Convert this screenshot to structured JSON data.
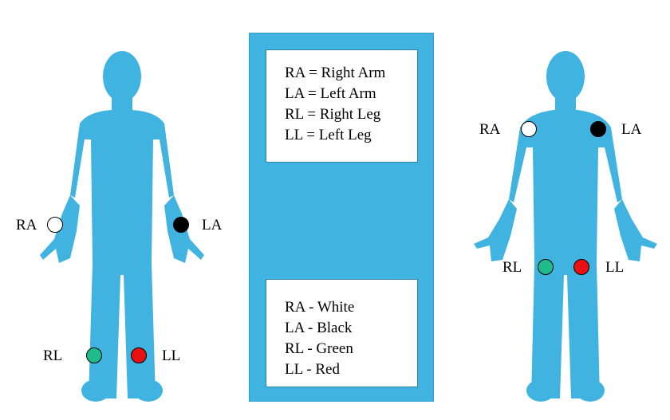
{
  "labels": {
    "ra": "RA",
    "la": "LA",
    "rl": "RL",
    "ll": "LL"
  },
  "electrode_colors": {
    "ra": "#ffffff",
    "la": "#000000",
    "rl": "#1ebc8c",
    "ll": "#e81010"
  },
  "body_color": "#41b3e0",
  "panel_color": "#41b3e0",
  "legend_names": [
    "RA = Right Arm",
    "LA = Left Arm",
    "RL = Right Leg",
    "LL = Left Leg"
  ],
  "legend_colors": [
    "RA - White",
    "LA - Black",
    "RL - Green",
    "LL - Red"
  ]
}
